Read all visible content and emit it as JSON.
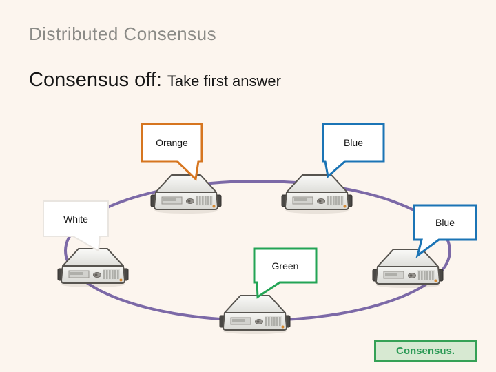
{
  "slide": {
    "background": "#FCF5EE",
    "title": "Distributed Consensus",
    "subtitle": {
      "main": "Consensus off:",
      "detail": "Take first answer"
    }
  },
  "diagram": {
    "ring": {
      "color": "#7C69A7"
    },
    "servers": [
      {
        "id": "server-top-left"
      },
      {
        "id": "server-top-right"
      },
      {
        "id": "server-left"
      },
      {
        "id": "server-right"
      },
      {
        "id": "server-bottom"
      }
    ],
    "callouts": [
      {
        "label": "Orange",
        "border": "#D6751F"
      },
      {
        "label": "Blue",
        "border": "#1B74B5"
      },
      {
        "label": "White",
        "border": "#E9E5E0"
      },
      {
        "label": "Blue",
        "border": "#1B74B5"
      },
      {
        "label": "Green",
        "border": "#23A455"
      }
    ],
    "result_box": {
      "label": "Consensus.",
      "border": "#35A156",
      "fill": "#D7E9D2",
      "text": "#2A9955"
    }
  }
}
